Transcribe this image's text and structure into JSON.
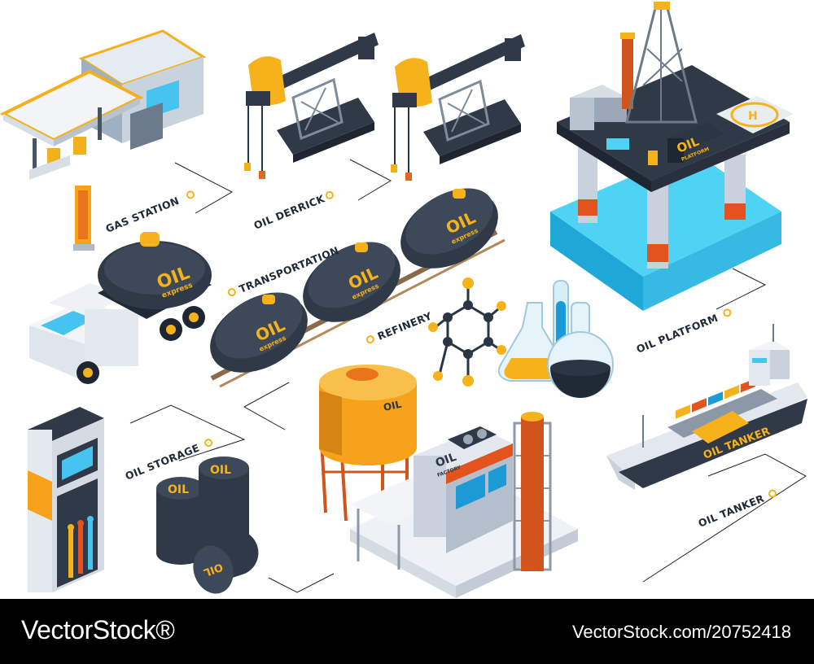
{
  "labels": {
    "gas_station": "GAS STATION",
    "oil_derrick": "OIL DERRICK",
    "transportation": "TRANSPORTATION",
    "refinery": "REFINERY",
    "oil_platform": "OIL PLATFORM",
    "oil_storage": "OIL STORAGE",
    "oil_tanker": "OIL TANKER"
  },
  "tank_text": {
    "oil": "OIL",
    "express": "express",
    "platform": "PLATFORM",
    "factory": "FACTORY",
    "barrel_oil": "OIL",
    "barrel_oil_flipped": "OIL",
    "ship_name": "OIL TANKER",
    "heli": "H"
  },
  "footer": {
    "brand": "VectorStock®",
    "image_id": "VectorStock.com/20752418"
  },
  "colors": {
    "accent": "#f6b21b",
    "dark": "#2b3644",
    "water": "#39c3e8",
    "rust": "#d0541c"
  }
}
